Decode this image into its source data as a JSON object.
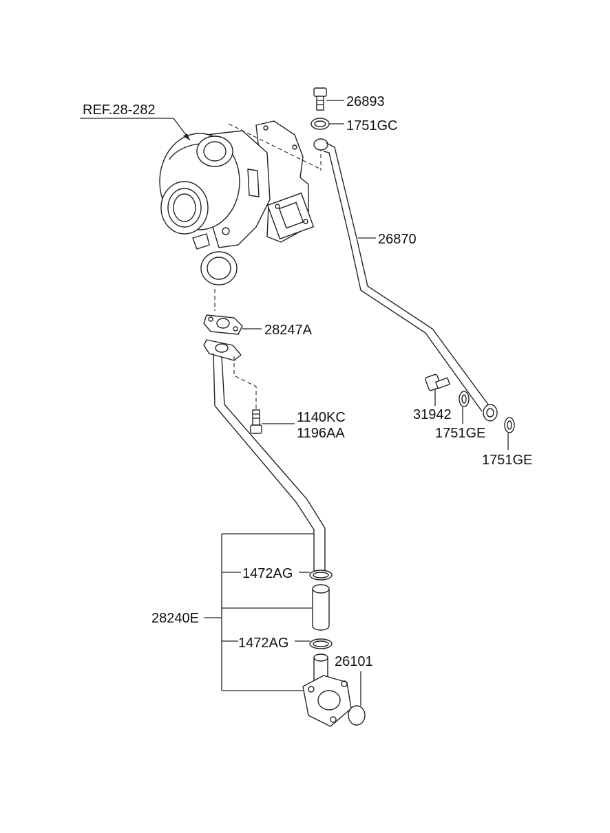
{
  "colors": {
    "ink": "#222222",
    "background": "#ffffff"
  },
  "labels": {
    "ref": "REF.28-282",
    "bolt_top": "26893",
    "washer_top": "1751GC",
    "oil_feed_pipe": "26870",
    "gasket": "28247A",
    "bolt_a": "1140KC",
    "bolt_b": "1196AA",
    "eye_bolt": "31942",
    "washer_mid": "1751GE",
    "washer_right": "1751GE",
    "clamp_upper": "1472AG",
    "return_assy": "28240E",
    "clamp_lower": "1472AG",
    "oring": "26101"
  }
}
